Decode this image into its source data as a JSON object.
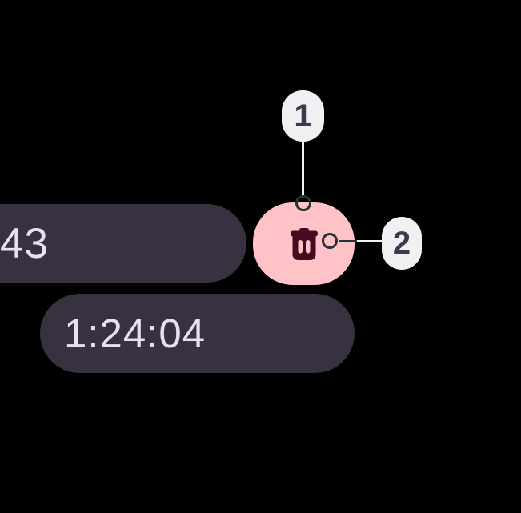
{
  "screen": {
    "background": "#000000"
  },
  "stopwatch": {
    "lap_chip_text": "43",
    "time_chip_text": "1:24:04",
    "chip_bg": "#373140",
    "chip_text_color": "#E7DFF2"
  },
  "delete_button": {
    "icon": "trash-icon",
    "bg": "#FFC2C7",
    "icon_color": "#450B21"
  },
  "callouts": {
    "one": {
      "label": "1"
    },
    "two": {
      "label": "2"
    },
    "pill_bg": "#F2F0F3",
    "pill_text_color": "#3D3A4D",
    "line_light": "#F5F3F5",
    "line_dark": "#243436"
  }
}
